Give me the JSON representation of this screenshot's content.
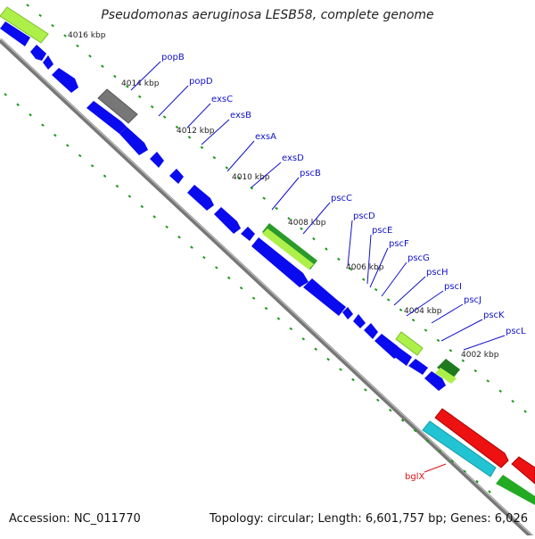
{
  "header": {
    "title": "Pseudomonas aeruginosa LESB58, complete genome"
  },
  "footer": {
    "accession": "Accession: NC_011770",
    "summary": "Topology: circular; Length: 6,601,757 bp; Genes: 6,026"
  },
  "ticks": [
    "4016 kbp",
    "4014 kbp",
    "4012 kbp",
    "4010 kbp",
    "4008 kbp",
    "4006 kbp",
    "4004 kbp",
    "4002 kbp"
  ],
  "genes": [
    "popB",
    "popD",
    "exsC",
    "exsB",
    "exsA",
    "exsD",
    "pscB",
    "pscC",
    "pscD",
    "pscE",
    "pscF",
    "pscG",
    "pscH",
    "pscI",
    "pscJ",
    "pscK",
    "pscL",
    "bglX"
  ],
  "colors": {
    "forward_cds": "#0a0aee",
    "gene_label": "#1111cc",
    "special_label": "#dd1111",
    "backbone": "#888888",
    "rna": "#8a8a8a",
    "lime": "#aef04a",
    "green": "#22aa22",
    "dark_green": "#1f7a1f",
    "red": "#ee1111",
    "cyan": "#22c4d4"
  }
}
